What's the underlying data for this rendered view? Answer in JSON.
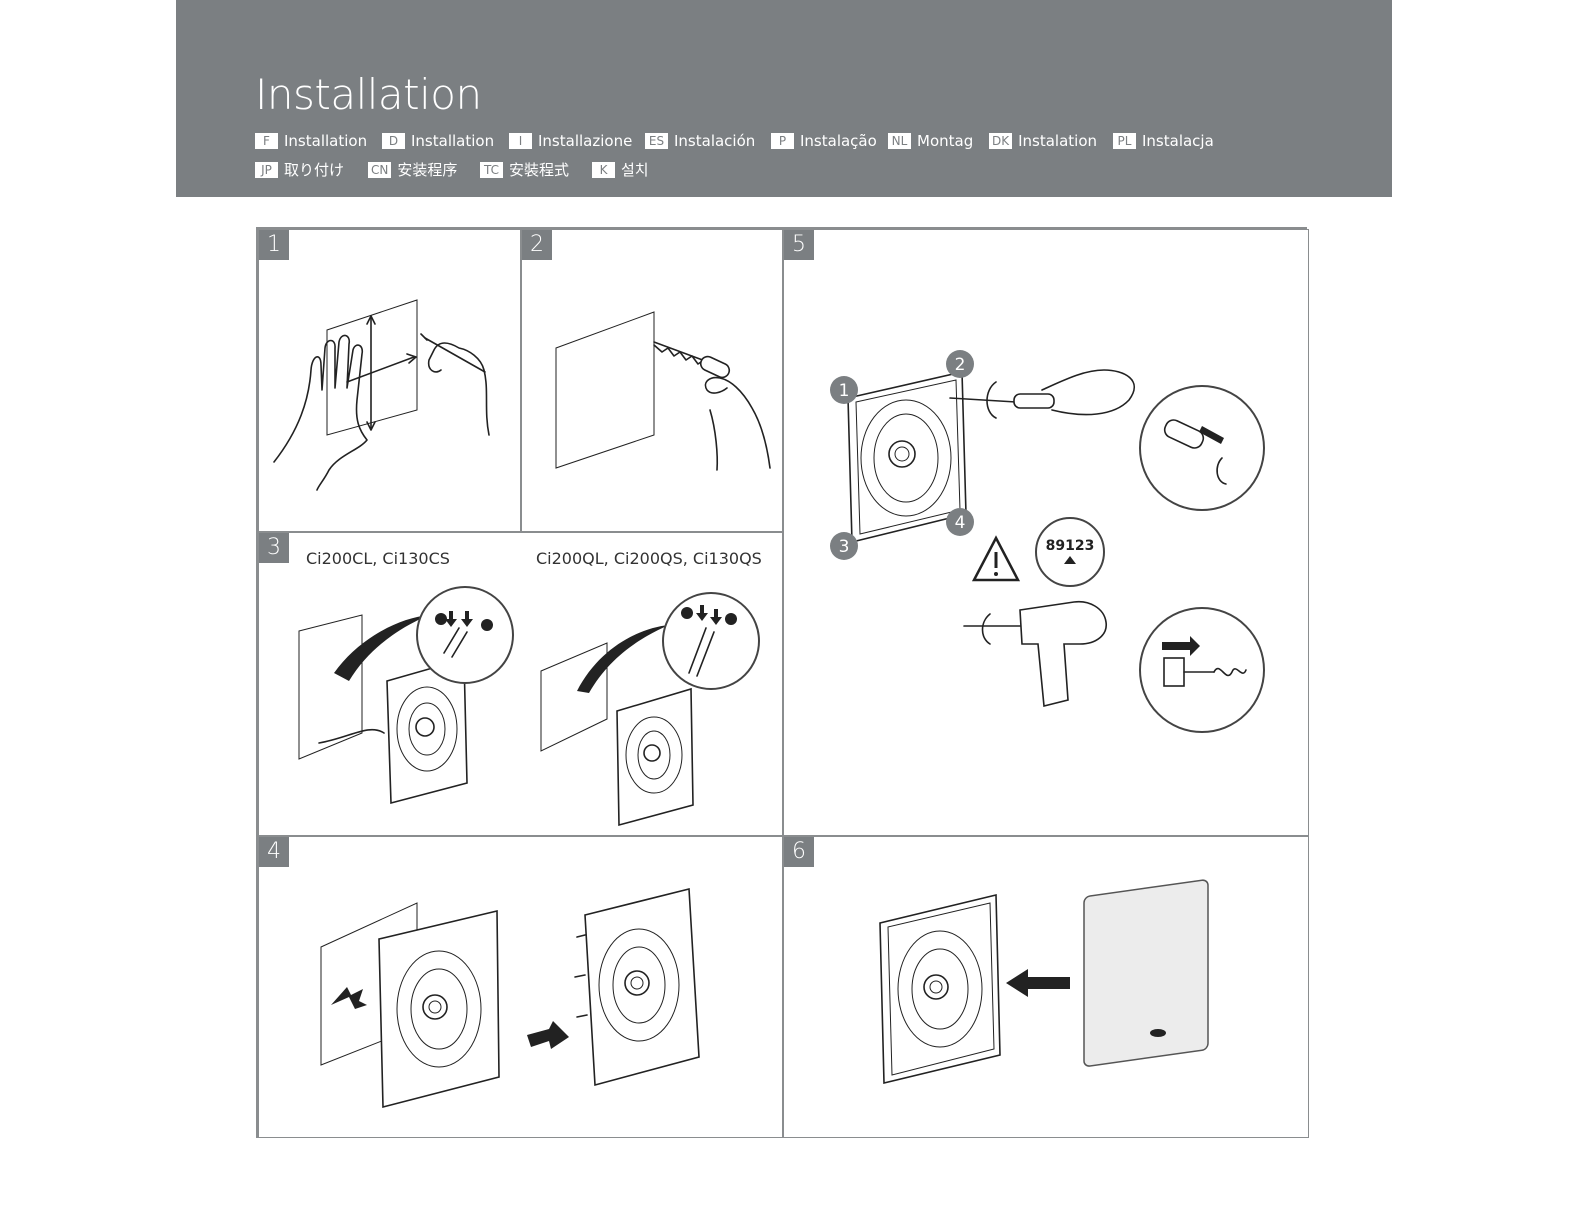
{
  "header": {
    "title": "Installation",
    "languages": [
      {
        "code": "F",
        "label": "Installation"
      },
      {
        "code": "D",
        "label": "Installation"
      },
      {
        "code": "I",
        "label": "Installazione"
      },
      {
        "code": "ES",
        "label": "Instalación"
      },
      {
        "code": "P",
        "label": "Instalação"
      },
      {
        "code": "NL",
        "label": "Montag"
      },
      {
        "code": "DK",
        "label": "Instalation"
      },
      {
        "code": "PL",
        "label": "Instalacja"
      },
      {
        "code": "JP",
        "label": "取り付け"
      },
      {
        "code": "CN",
        "label": "安装程序"
      },
      {
        "code": "TC",
        "label": "安裝程式"
      },
      {
        "code": "K",
        "label": "설치"
      }
    ]
  },
  "steps": {
    "s1": "1",
    "s2": "2",
    "s3": "3",
    "s4": "4",
    "s5": "5",
    "s6": "6"
  },
  "step3": {
    "model_left": "Ci200CL, Ci130CS",
    "model_right": "Ci200QL, Ci200QS, Ci130QS"
  },
  "step5": {
    "markers": [
      "1",
      "2",
      "3",
      "4"
    ],
    "dial_digits": "89123"
  },
  "colors": {
    "header_bg": "#7b7f82",
    "line": "#222222"
  }
}
